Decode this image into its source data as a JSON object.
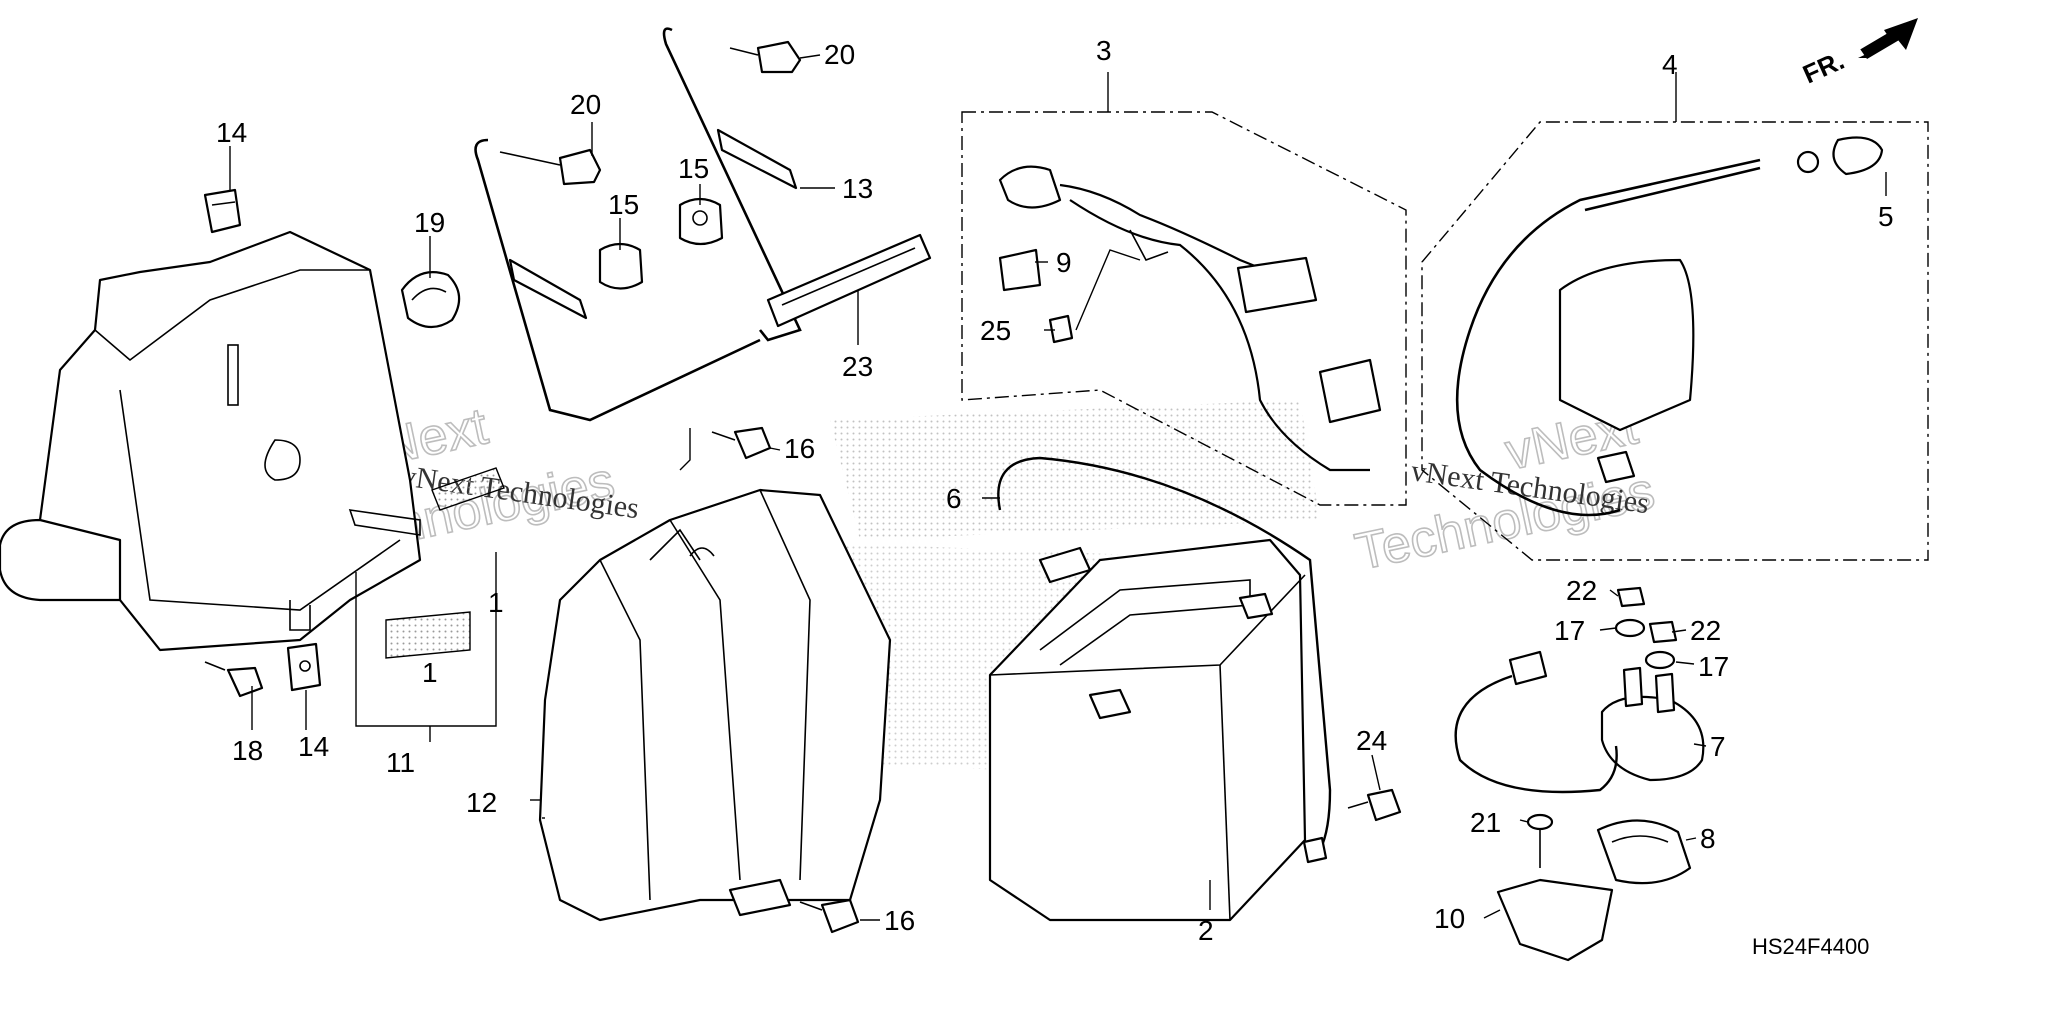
{
  "diagram_code": "HS24F4400",
  "direction_label": "FR.",
  "watermark": {
    "line1": "vNext",
    "line2": "Technologies",
    "full": "vNext Technologies"
  },
  "callouts": {
    "c1a": "1",
    "c1b": "1",
    "c2": "2",
    "c3": "3",
    "c4": "4",
    "c5": "5",
    "c6": "6",
    "c7": "7",
    "c8": "8",
    "c9": "9",
    "c10": "10",
    "c11": "11",
    "c12": "12",
    "c13": "13",
    "c14a": "14",
    "c14b": "14",
    "c15a": "15",
    "c15b": "15",
    "c16a": "16",
    "c16b": "16",
    "c17a": "17",
    "c17b": "17",
    "c18": "18",
    "c19": "19",
    "c20a": "20",
    "c20b": "20",
    "c21": "21",
    "c22a": "22",
    "c22b": "22",
    "c23": "23",
    "c24": "24",
    "c25": "25"
  }
}
